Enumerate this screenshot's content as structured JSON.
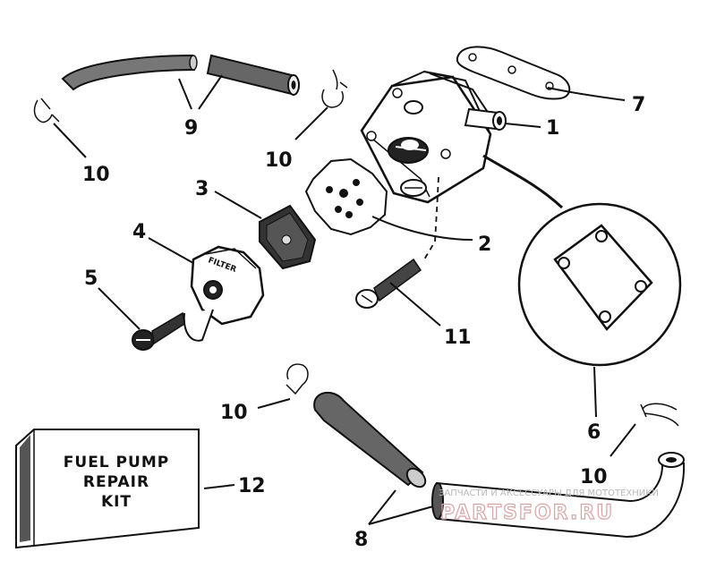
{
  "callouts": {
    "c1": "1",
    "c2": "2",
    "c3": "3",
    "c4": "4",
    "c5": "5",
    "c6": "6",
    "c7": "7",
    "c8": "8",
    "c9": "9",
    "c10a": "10",
    "c10b": "10",
    "c10c": "10",
    "c10d": "10",
    "c11": "11",
    "c12": "12"
  },
  "kit": {
    "line1": "FUEL PUMP",
    "line2": "REPAIR",
    "line3": "KIT"
  },
  "filter_label": "FILTER",
  "watermark": {
    "line1": "ЗАПЧАСТИ И АКСЕССУАРЫ ДЛЯ МОТОТЕХНИКИ",
    "line2": "PARTSFOR.RU"
  }
}
